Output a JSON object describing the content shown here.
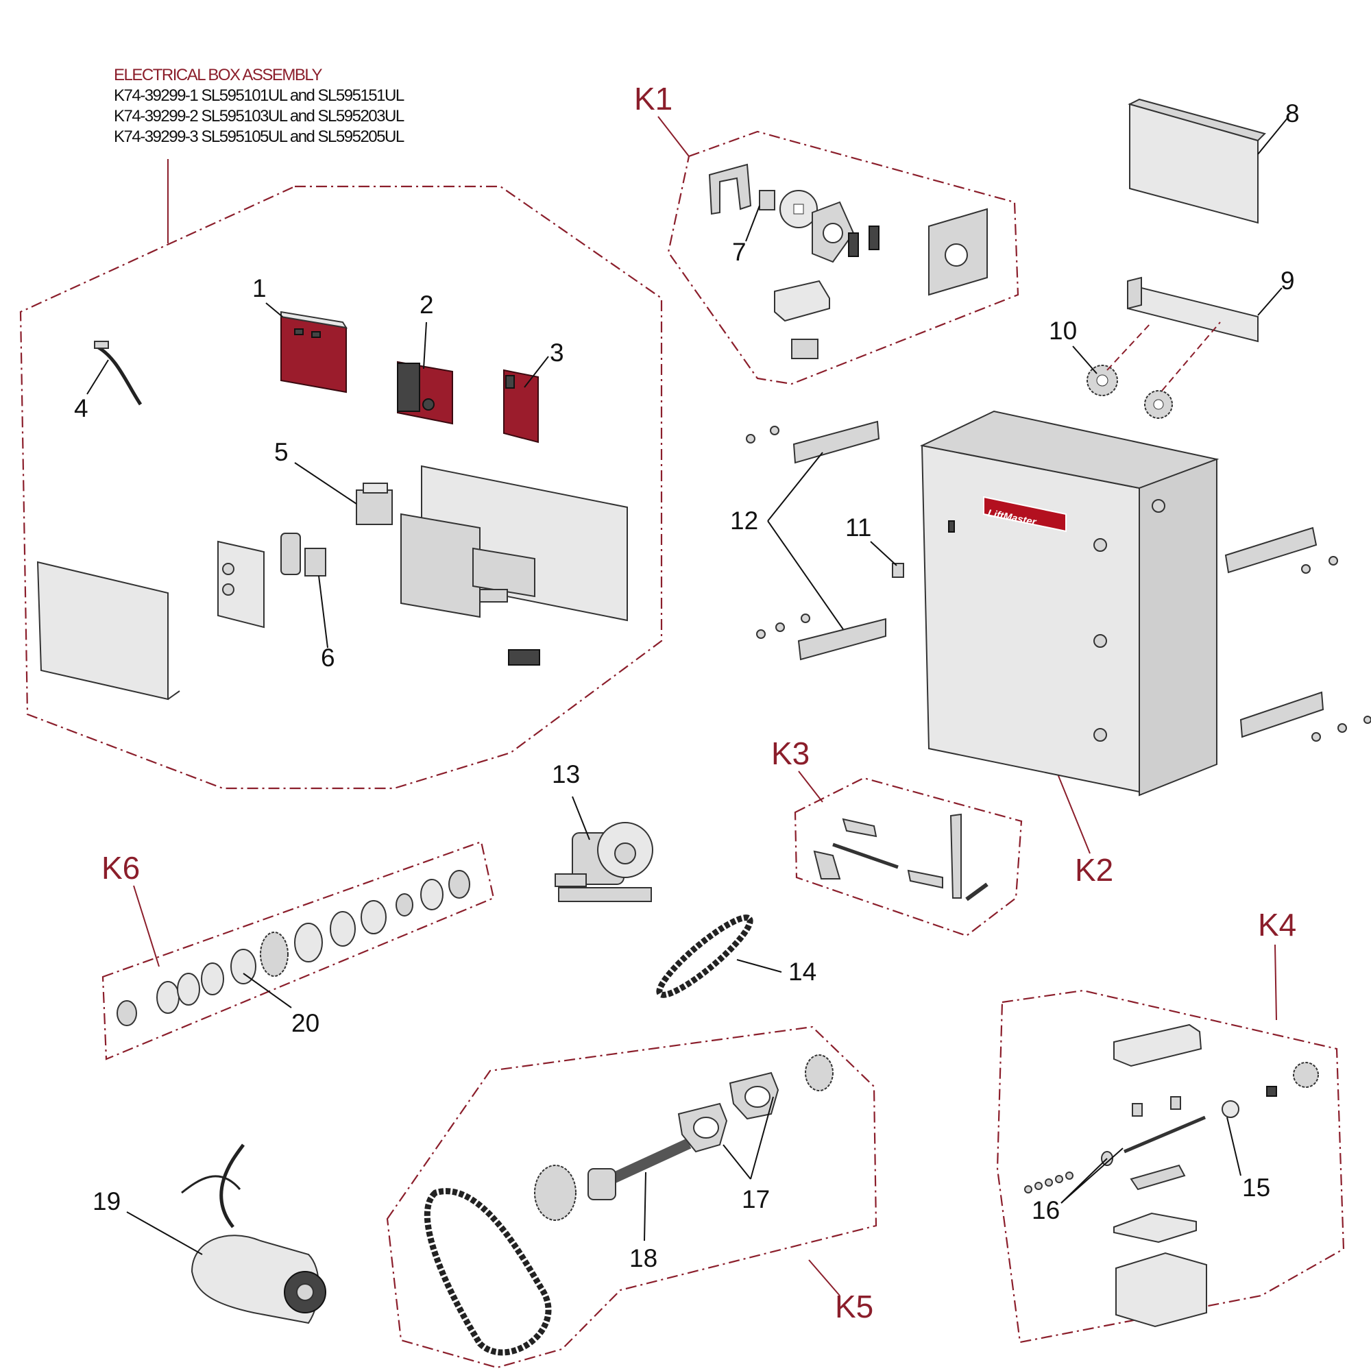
{
  "header": {
    "title": "ELECTRICAL BOX ASSEMBLY",
    "lines": [
      "K74-39299-1  SL595101UL and SL595151UL",
      "K74-39299-2  SL595103UL and SL595203UL",
      "K74-39299-3  SL595105UL and SL595205UL"
    ]
  },
  "kits": [
    "K1",
    "K2",
    "K3",
    "K4",
    "K5",
    "K6"
  ],
  "callouts": [
    "1",
    "2",
    "3",
    "4",
    "5",
    "6",
    "7",
    "8",
    "9",
    "10",
    "11",
    "12",
    "13",
    "14",
    "15",
    "16",
    "17",
    "18",
    "19",
    "20"
  ],
  "logo": "LiftMaster",
  "colors": {
    "accent": "#8b1e2b",
    "board_red": "#9b1c2c",
    "metal": "#d6d6d6",
    "outline": "#333333"
  }
}
